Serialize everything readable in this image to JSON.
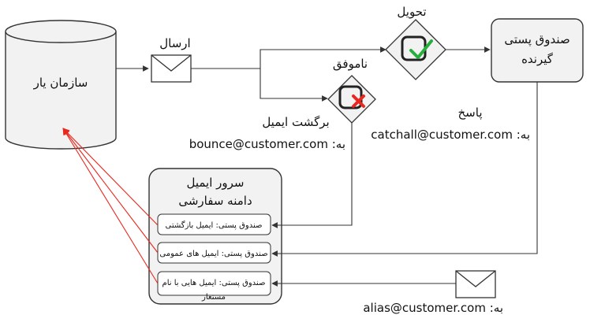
{
  "nodes": {
    "organization": "سازمان یار",
    "recipient_mailbox": {
      "line1": "صندوق پستی",
      "line2": "گیرنده"
    },
    "mail_server": {
      "line1": "سرور ایمیل",
      "line2": "دامنه سفارشی"
    },
    "mailbox_bounce": "صندوق پستی: ایمیل بازگشتی",
    "mailbox_general": "صندوق پستی: ایمیل های عمومی",
    "mailbox_alias": {
      "line1": "صندوق پستی: ایمیل هایی با نام",
      "line2": "مستعار"
    }
  },
  "labels": {
    "send": "ارسال",
    "delivered": "تحویل",
    "failed": "ناموفق",
    "bounce_title": "برگشت ایمیل",
    "bounce_address": "bounce@customer.com :به",
    "reply_title": "پاسخ",
    "reply_address": "catchall@customer.com :به",
    "alias_address": "alias@customer.com :به"
  },
  "colors": {
    "arrow": "#333333",
    "highlight_arrow": "#e8281e",
    "box_fill": "#f2f2f2",
    "check_green": "#27ae3c",
    "cross_red": "#e8281e"
  },
  "icons": [
    "envelope-icon",
    "checkmark-icon",
    "cross-icon",
    "database-cylinder-icon"
  ]
}
